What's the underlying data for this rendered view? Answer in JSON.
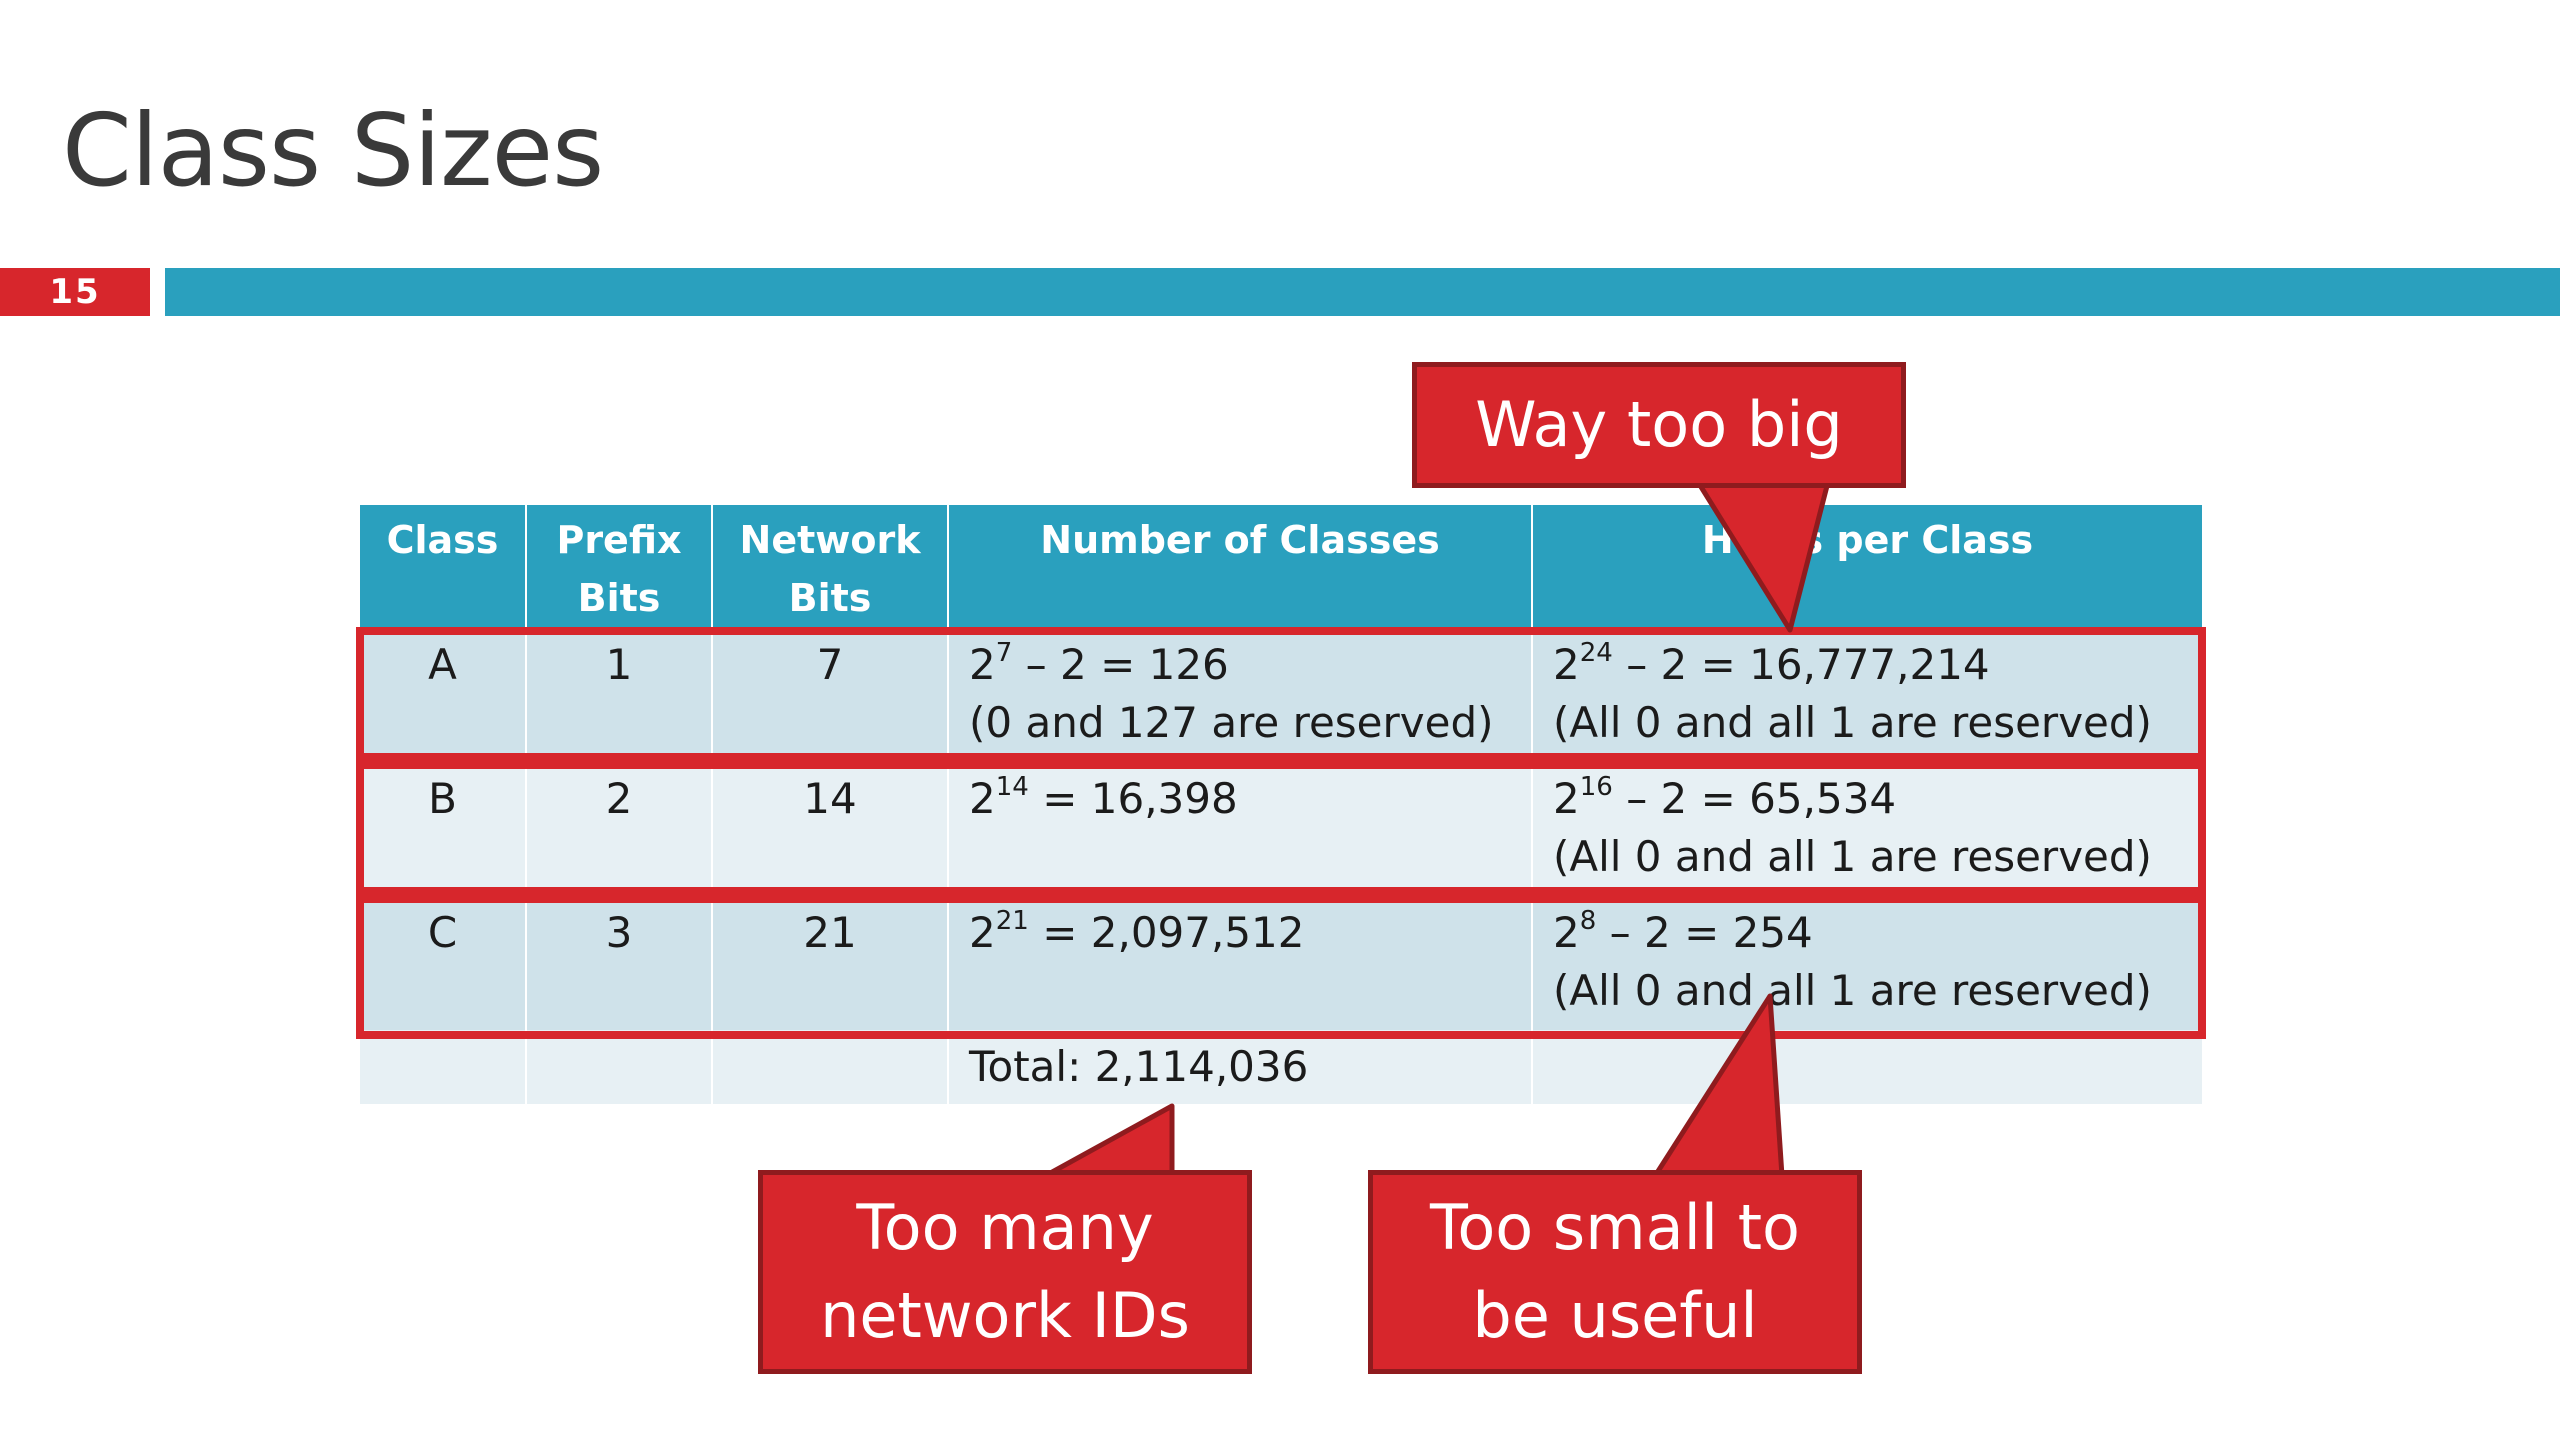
{
  "slide": {
    "title": "Class Sizes",
    "number": "15"
  },
  "colors": {
    "accent_blue": "#2aa0be",
    "accent_red": "#d7262c",
    "row_shade_dark": "#cfe2ea",
    "row_shade_light": "#e7f0f4"
  },
  "table": {
    "headers": [
      {
        "line1": "Class",
        "line2": ""
      },
      {
        "line1": "Prefix",
        "line2": "Bits"
      },
      {
        "line1": "Network",
        "line2": "Bits"
      },
      {
        "line1": "Number of Classes",
        "line2": ""
      },
      {
        "line1": "Hosts per Class",
        "line2": ""
      }
    ],
    "rows": [
      {
        "class": "A",
        "prefix_bits": "1",
        "network_bits": "7",
        "num_classes": {
          "base": "2",
          "exp": "7",
          "rest": " – 2 = 126",
          "note": "(0 and 127 are reserved)"
        },
        "hosts": {
          "base": "2",
          "exp": "24",
          "rest": " – 2 = 16,777,214",
          "note": "(All 0 and all 1 are reserved)"
        }
      },
      {
        "class": "B",
        "prefix_bits": "2",
        "network_bits": "14",
        "num_classes": {
          "base": "2",
          "exp": "14",
          "rest": " = 16,398",
          "note": ""
        },
        "hosts": {
          "base": "2",
          "exp": "16",
          "rest": " – 2 = 65,534",
          "note": "(All 0 and all 1 are reserved)"
        }
      },
      {
        "class": "C",
        "prefix_bits": "3",
        "network_bits": "21",
        "num_classes": {
          "base": "2",
          "exp": "21",
          "rest": " = 2,097,512",
          "note": ""
        },
        "hosts": {
          "base": "2",
          "exp": "8",
          "rest": " – 2 = 254",
          "note": "(All 0 and all 1 are reserved)"
        }
      }
    ],
    "total": "Total: 2,114,036"
  },
  "callouts": {
    "top": "Way too big",
    "bottom_left": {
      "line1": "Too many",
      "line2": "network IDs"
    },
    "bottom_right": {
      "line1": "Too small to",
      "line2": "be useful"
    }
  }
}
